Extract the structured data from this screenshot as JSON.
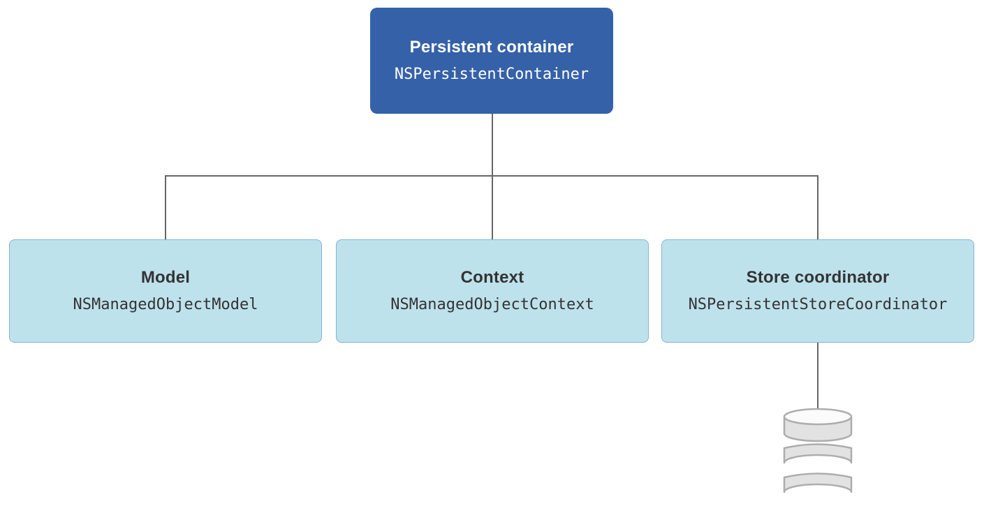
{
  "nodes": {
    "root": {
      "title": "Persistent container",
      "code": "NSPersistentContainer"
    },
    "children": [
      {
        "title": "Model",
        "code": "NSManagedObjectModel"
      },
      {
        "title": "Context",
        "code": "NSManagedObjectContext"
      },
      {
        "title": "Store coordinator",
        "code": "NSPersistentStoreCoordinator"
      }
    ]
  },
  "icons": {
    "database": "database-cylinder"
  },
  "colors": {
    "root_fill": "#3561A8",
    "root_text": "#FFFFFF",
    "child_fill": "#BEE2EC",
    "child_border": "#84B2D8",
    "child_text": "#333333",
    "connector": "#666666",
    "db_fill": "#E2E2E2",
    "db_stroke": "#ADADAD",
    "db_top": "#FBFBFB",
    "page_bg": "#FFFFFF"
  }
}
